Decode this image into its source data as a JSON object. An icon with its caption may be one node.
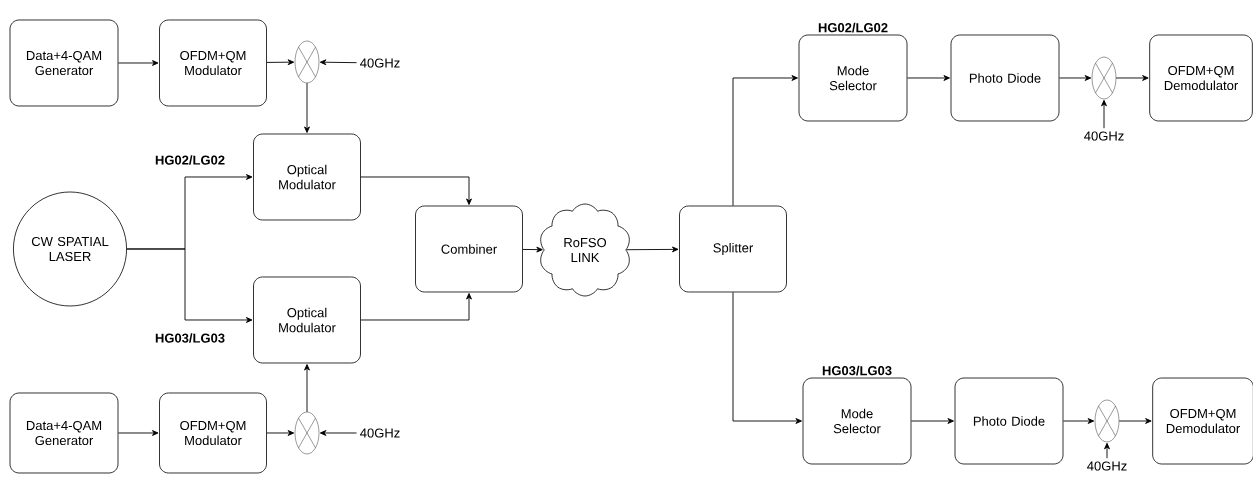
{
  "diagram": {
    "nodes": [
      {
        "text": [
          "Data+4-QAM Generator"
        ]
      },
      {
        "text": [
          "OFDM+QM Modulator"
        ]
      },
      {
        "text": [],
        "shape": "circle"
      },
      {
        "text": [
          "40GHz"
        ]
      },
      {
        "text": [
          "Optical Modulator"
        ]
      },
      {
        "text": [
          "CW SPATIAL LASER"
        ]
      },
      {
        "text": [
          "Optical Modulator"
        ]
      },
      {
        "text": [
          "Data+4-QAM Generator"
        ]
      },
      {
        "text": [
          "OFDM+QM Modulator"
        ]
      },
      {
        "text": [],
        "shape": "circle"
      },
      {
        "text": [
          "40GHz"
        ]
      },
      {
        "text": [
          "Combiner"
        ]
      },
      {
        "text": [
          "RoFSO LINK"
        ]
      },
      {
        "text": [
          "Splitter"
        ]
      },
      {
        "text": [
          "HG02/LG02",
          "Mode Selector"
        ]
      },
      {
        "text": [
          "Photo Diode"
        ]
      },
      {
        "text": [],
        "shape": "circle"
      },
      {
        "text": [
          "40GHz"
        ]
      },
      {
        "text": [
          "OFDM+QM Demodulator"
        ]
      },
      {
        "text": [
          "HG03/LG03",
          "Mode Selector"
        ]
      },
      {
        "text": [
          "Photo Diode"
        ]
      },
      {
        "text": [],
        "shape": "circle"
      },
      {
        "text": [
          "40GHz"
        ]
      },
      {
        "text": [
          "OFDM+QM Demodulator"
        ]
      }
    ],
    "edges": [
      {
        "from": 0,
        "to": 1,
        "arrow": "to"
      },
      {
        "from": 1,
        "to": 2,
        "arrow": "to"
      },
      {
        "from": 3,
        "to": 2,
        "arrow": "to"
      },
      {
        "from": 2,
        "to": 4,
        "arrow": "to"
      },
      {
        "from": 5,
        "to": 4,
        "arrow": "to",
        "label": "HG02/LG02"
      },
      {
        "from": 5,
        "to": 6,
        "arrow": "to",
        "label": "HG03/LG03"
      },
      {
        "from": 7,
        "to": 8,
        "arrow": "to"
      },
      {
        "from": 8,
        "to": 9,
        "arrow": "to"
      },
      {
        "from": 10,
        "to": 9,
        "arrow": "to"
      },
      {
        "from": 9,
        "to": 6,
        "arrow": "to"
      },
      {
        "from": 4,
        "to": 11,
        "arrow": "to"
      },
      {
        "from": 6,
        "to": 11,
        "arrow": "to"
      },
      {
        "from": 11,
        "to": 12,
        "arrow": "to"
      },
      {
        "from": 12,
        "to": 13,
        "arrow": "to"
      },
      {
        "from": 13,
        "to": 14,
        "arrow": "to"
      },
      {
        "from": 13,
        "to": 19,
        "arrow": "to"
      },
      {
        "from": 14,
        "to": 15,
        "arrow": "to"
      },
      {
        "from": 15,
        "to": 16,
        "arrow": "to"
      },
      {
        "from": 17,
        "to": 16,
        "arrow": "to"
      },
      {
        "from": 16,
        "to": 18,
        "arrow": "to"
      },
      {
        "from": 19,
        "to": 20,
        "arrow": "to"
      },
      {
        "from": 20,
        "to": 21,
        "arrow": "to"
      },
      {
        "from": 22,
        "to": 21,
        "arrow": "to"
      },
      {
        "from": 21,
        "to": 23,
        "arrow": "to"
      }
    ]
  }
}
